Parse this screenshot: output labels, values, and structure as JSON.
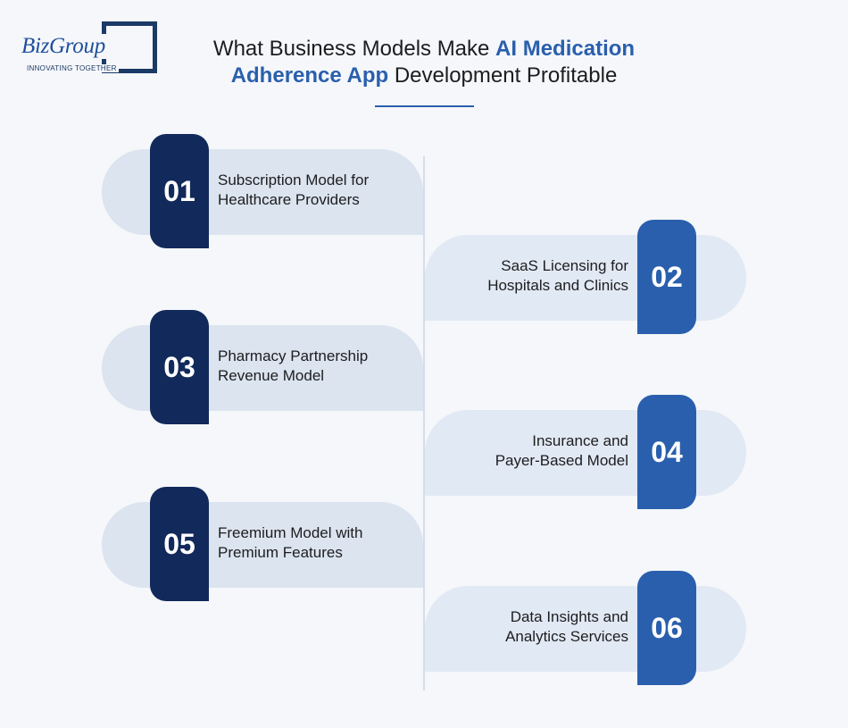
{
  "logo": {
    "wordmark": "BizGroup",
    "tagline": "INNOVATING TOGETHER"
  },
  "title": {
    "part1": "What Business Models Make ",
    "highlight1": "AI Medication",
    "highlight2": "Adherence App",
    "part2": " Development Profitable"
  },
  "colors": {
    "dark_navy": "#12295b",
    "accent_blue": "#2a5fad",
    "card_bg": "#dbe4ef",
    "background": "#f5f7fa"
  },
  "models": [
    {
      "number": "01",
      "line1": "Subscription Model for",
      "line2": "Healthcare Providers"
    },
    {
      "number": "02",
      "line1": "SaaS Licensing for",
      "line2": "Hospitals and Clinics"
    },
    {
      "number": "03",
      "line1": "Pharmacy Partnership",
      "line2": "Revenue Model"
    },
    {
      "number": "04",
      "line1": "Insurance and",
      "line2": "Payer-Based Model"
    },
    {
      "number": "05",
      "line1": "Freemium Model with",
      "line2": "Premium Features"
    },
    {
      "number": "06",
      "line1": "Data Insights and",
      "line2": "Analytics Services"
    }
  ]
}
